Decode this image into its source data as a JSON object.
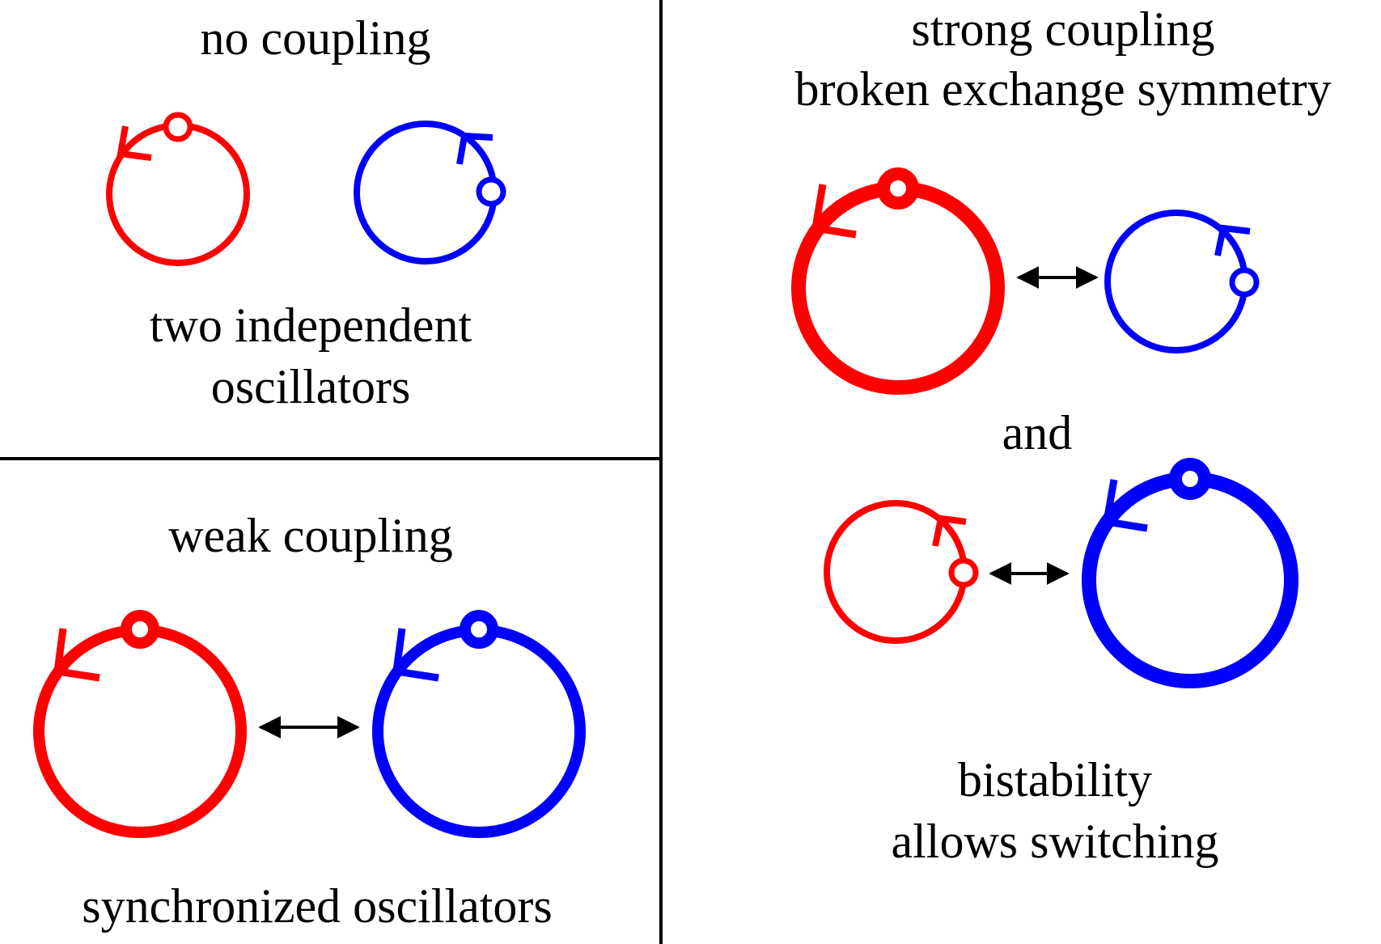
{
  "colors": {
    "oscillator_a": "#ff0000",
    "oscillator_b": "#0000ff",
    "divider": "#000000",
    "coupling_arrow": "#000000"
  },
  "panels": {
    "no_coupling": {
      "title": "no coupling",
      "caption_line1": "two independent",
      "caption_line2": "oscillators"
    },
    "weak_coupling": {
      "title": "weak coupling",
      "caption": "synchronized oscillators"
    },
    "strong_coupling": {
      "title_line1": "strong coupling",
      "title_line2": "broken exchange symmetry",
      "connector": "and",
      "caption_line1": "bistability",
      "caption_line2": "allows switching"
    }
  }
}
